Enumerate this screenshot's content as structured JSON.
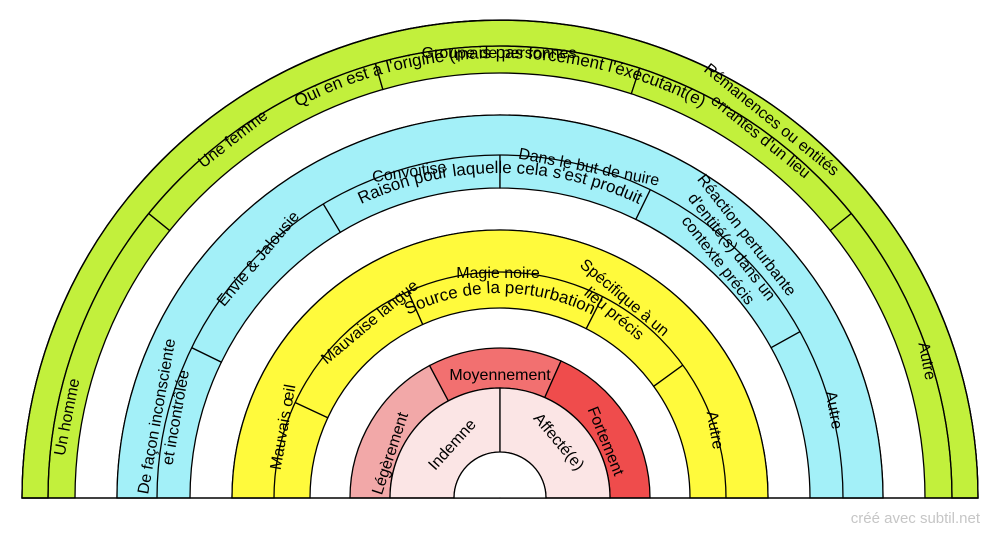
{
  "credit": "créé avec subtil.net",
  "colors": {
    "green": "#c2f03c",
    "cyan": "#a3f0f8",
    "yellow": "#fffa3c",
    "light_red": "#f2a8a8",
    "red_mid": "#f27070",
    "red": "#ef4c4c",
    "pale_pink": "#fbe5e5",
    "outline": "#000000"
  },
  "rings": {
    "origin": {
      "title": "Qui en est à l'origine (mais pas forcément l'éxécutant(e)",
      "segments": [
        {
          "label": "Un homme",
          "color": "green"
        },
        {
          "label": "Une femme",
          "color": "green"
        },
        {
          "label": "Groupe de personnes",
          "color": "green"
        },
        {
          "label": "Rémanences ou entités errantes d'un lieu",
          "color": "green"
        },
        {
          "label": "Autre",
          "color": "green"
        }
      ]
    },
    "reason": {
      "title": "Raison pour laquelle cela s'est produit",
      "segments": [
        {
          "label": "De façon inconsciente et incontrôlée",
          "color": "cyan"
        },
        {
          "label": "Envie & Jalousie",
          "color": "cyan"
        },
        {
          "label": "Convoitise",
          "color": "cyan"
        },
        {
          "label": "Dans le but de nuire",
          "color": "cyan"
        },
        {
          "label": "Réaction perturbante d'entité(s) dans un contexte précis",
          "color": "cyan"
        },
        {
          "label": "Autre",
          "color": "cyan"
        }
      ]
    },
    "source": {
      "title": "Source de la perturbation",
      "segments": [
        {
          "label": "Mauvais œil",
          "color": "yellow"
        },
        {
          "label": "Mauvaise langue",
          "color": "yellow"
        },
        {
          "label": "Magie noire",
          "color": "yellow"
        },
        {
          "label": "Spécifique à un lieu précis",
          "color": "yellow"
        },
        {
          "label": "Autre",
          "color": "yellow"
        }
      ]
    },
    "intensity": {
      "title": "Moyennement",
      "segments": [
        {
          "label": "Légèrement",
          "color": "light_red"
        },
        {
          "label": "Moyennement",
          "color": "red_mid"
        },
        {
          "label": "Fortement",
          "color": "red"
        }
      ]
    },
    "state": {
      "segments": [
        {
          "label": "Indemne",
          "color": "pale_pink"
        },
        {
          "label": "Affecté(e)",
          "color": "pale_pink"
        }
      ]
    }
  }
}
